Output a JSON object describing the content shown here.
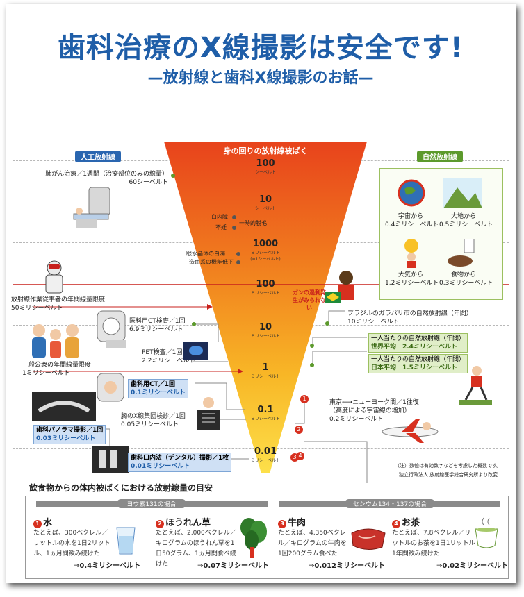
{
  "title": "歯科治療のX線撮影は安全です!",
  "subtitle": "—放射線と歯科X線撮影のお話—",
  "cone": {
    "header": "身の回りの放射線被ばく",
    "levels": [
      {
        "value": "100",
        "unit": "シーベルト"
      },
      {
        "value": "10",
        "unit": "シーベルト"
      },
      {
        "value": "1000",
        "unit": "ミリシーベルト",
        "note": "(=1シーベルト)"
      },
      {
        "value": "100",
        "unit": "ミリシーベルト"
      },
      {
        "value": "10",
        "unit": "ミリシーベルト"
      },
      {
        "value": "1",
        "unit": "ミリシーベルト"
      },
      {
        "value": "0.1",
        "unit": "ミリシーベルト"
      },
      {
        "value": "0.01",
        "unit": "ミリシーベルト"
      }
    ],
    "effect_cataract": "白内障",
    "effect_sterile": "不妊",
    "effect_hairloss": "一時的脱毛",
    "effect_opacity": "眼水晶体の白濁",
    "effect_hematopoietic": "造血系の機能低下",
    "cancer_note": "ガンの過剰発生がみられない"
  },
  "left": {
    "header": "人工放射線",
    "lung": {
      "line1": "肺がん治療／1週間（治療部位のみの線量）",
      "line2": "60シーベルト"
    },
    "worker": {
      "line1": "放射線作業従事者の年間線量限度",
      "line2": "50ミリシーベルト"
    },
    "ct": {
      "line1": "医科用CT検査／1回",
      "line2": "6.9ミリシーベルト"
    },
    "pet": {
      "line1": "PET検査／1回",
      "line2": "2.2ミリシーベルト"
    },
    "public": {
      "line1": "一般公衆の年間線量限度",
      "line2": "1ミリシーベルト"
    },
    "dental_ct": {
      "line1": "歯科用CT／1回",
      "line2": "0.1ミリシーベルト"
    },
    "chest": {
      "line1": "胸のX線集団検診／1回",
      "line2": "0.05ミリシーベルト"
    },
    "panorama": {
      "line1": "歯科パノラマ撮影／1回",
      "line2": "0.03ミリシーベルト"
    },
    "dental": {
      "line1": "歯科口内法（デンタル）撮影／1枚",
      "line2": "0.01ミリシーベルト"
    }
  },
  "right": {
    "header": "自然放射線",
    "space": {
      "line1": "宇宙から",
      "line2": "0.4ミリシーベルト"
    },
    "ground": {
      "line1": "大地から",
      "line2": "0.5ミリシーベルト"
    },
    "air": {
      "line1": "大気から",
      "line2": "1.2ミリシーベルト"
    },
    "food": {
      "line1": "食物から",
      "line2": "0.3ミリシーベルト"
    },
    "brazil": {
      "line1": "ブラジルのガラパリ市の自然放射線（年間）",
      "line2": "10ミリシーベルト"
    },
    "world": {
      "line1": "一人当たりの自然放射線（年間）",
      "line2": "世界平均　2.4ミリシーベルト"
    },
    "japan": {
      "line1": "一人当たりの自然放射線（年間）",
      "line2": "日本平均　1.5ミリシーベルト"
    },
    "flight": {
      "line1": "東京←→ニューヨーク間／1往復",
      "line2": "（高度による宇宙線の増加）",
      "line3": "0.2ミリシーベルト"
    },
    "markers": [
      "1",
      "2",
      "3",
      "4"
    ],
    "note1": "（注）数値は有効数字などを考慮した概数です。",
    "note2": "独立行政法人 放射線医学総合研究所より改変"
  },
  "bottom": {
    "header": "飲食物からの体内被ばくにおける放射線量の目安",
    "iodine": "ヨウ素131の場合",
    "cesium": "セシウム134・137の場合",
    "items": [
      {
        "num": "1",
        "title": "水",
        "desc": "たとえば、300ベクレル／リットルの水を1日2リットル、1ヵ月間飲み続けた",
        "result": "⇒0.4ミリシーベルト"
      },
      {
        "num": "2",
        "title": "ほうれん草",
        "desc": "たとえば、2,000ベクレル／キログラムのほうれん草を1日50グラム、1ヵ月間食べ続けた",
        "result": "⇒0.07ミリシーベルト"
      },
      {
        "num": "3",
        "title": "牛肉",
        "desc": "たとえば、4,350ベクレル／キログラムの牛肉を1回200グラム食べた",
        "result": "⇒0.012ミリシーベルト"
      },
      {
        "num": "4",
        "title": "お茶",
        "desc": "たとえば、7.8ベクレル／リットルのお茶を1日1リットル1年間飲み続けた",
        "result": "⇒0.02ミリシーベルト"
      }
    ]
  }
}
